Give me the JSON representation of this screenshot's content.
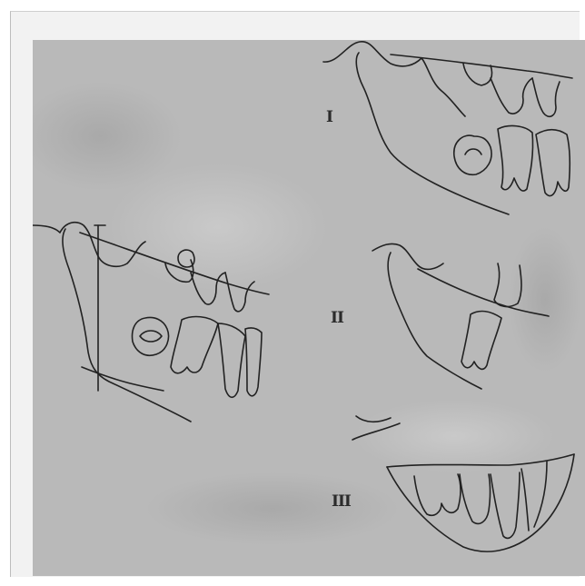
{
  "figure": {
    "labels": {
      "one": "I",
      "two": "II",
      "three": "III"
    }
  }
}
